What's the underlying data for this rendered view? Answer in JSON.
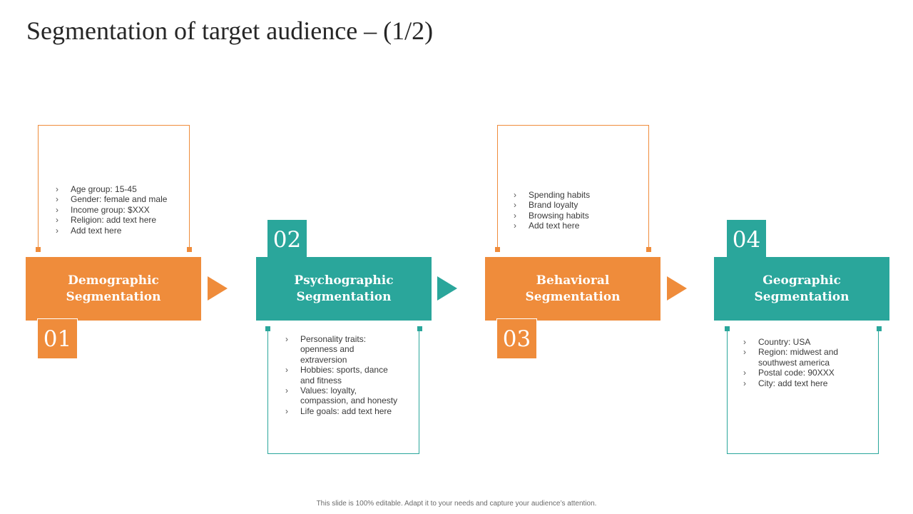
{
  "title": "Segmentation of target audience – (1/2)",
  "segments": [
    {
      "number": "01",
      "label_line1": "Demographic",
      "label_line2": "Segmentation",
      "points": [
        "Age group: 15-45",
        "Gender: female and male",
        "Income group: $XXX",
        "Religion: add text here",
        "Add text here"
      ]
    },
    {
      "number": "02",
      "label_line1": "Psychographic",
      "label_line2": "Segmentation",
      "points": [
        "Personality traits: openness and extraversion",
        "Hobbies: sports, dance and fitness",
        "Values: loyalty, compassion, and honesty",
        "Life goals: add text here"
      ]
    },
    {
      "number": "03",
      "label_line1": "Behavioral",
      "label_line2": "Segmentation",
      "points": [
        "Spending habits",
        "Brand loyalty",
        "Browsing habits",
        "Add text here"
      ]
    },
    {
      "number": "04",
      "label_line1": "Geographic Segmentation",
      "label_line2": "",
      "points": [
        "Country: USA",
        "Region: midwest and southwest america",
        "Postal code: 90XXX",
        "City: add text here"
      ]
    }
  ],
  "colors": {
    "orange": "#ef8c3b",
    "teal": "#2aa69b"
  },
  "footer": "This slide is 100% editable. Adapt it to your needs and capture your audience’s attention."
}
